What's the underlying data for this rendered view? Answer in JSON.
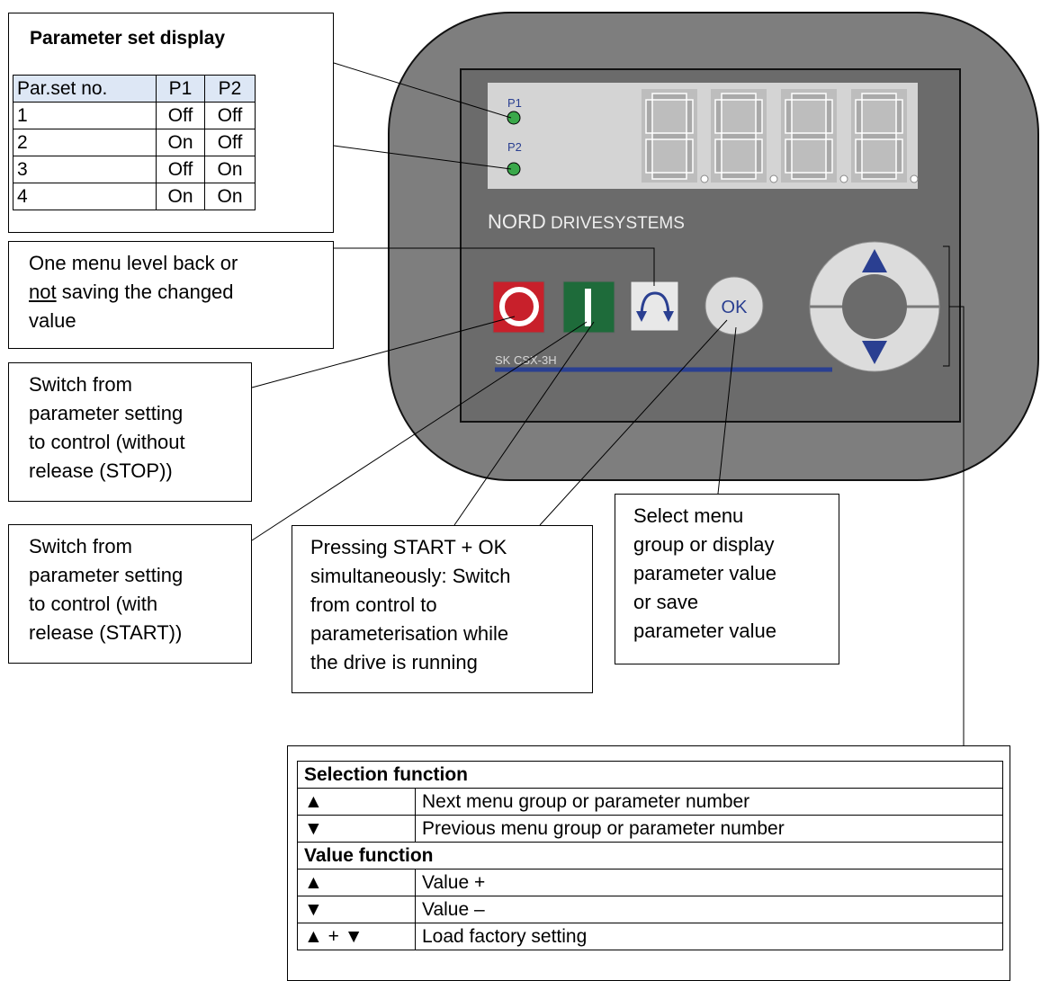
{
  "param_table": {
    "title": "Parameter set display",
    "headers": [
      "Par.set no.",
      "P1",
      "P2"
    ],
    "rows": [
      [
        "1",
        "Off",
        "Off"
      ],
      [
        "2",
        "On",
        "Off"
      ],
      [
        "3",
        "Off",
        "On"
      ],
      [
        "4",
        "On",
        "On"
      ]
    ]
  },
  "device": {
    "led1_label": "P1",
    "led2_label": "P2",
    "brand_a": "NORD",
    "brand_b": " DRIVESYSTEMS",
    "model": "SK CSX-3H",
    "ok_label": "OK",
    "colors": {
      "housing": "#7e7e7e",
      "panel": "#6b6b6b",
      "display": "#d4d4d4",
      "led": "#3aa84a",
      "stop": "#c8202b",
      "start": "#1e6b3a",
      "accent": "#2a3f91"
    },
    "icons": [
      "stop-icon",
      "start-icon",
      "back-arrow-icon",
      "up-arrow-icon",
      "down-arrow-icon"
    ]
  },
  "callouts": {
    "back": [
      "One menu level back or",
      "not",
      " saving the changed",
      "value"
    ],
    "stop": [
      "Switch from",
      "parameter setting",
      "to control (without",
      "release (STOP))"
    ],
    "start": [
      "Switch from",
      "parameter setting",
      "to control (with",
      "release (START))"
    ],
    "start_ok": [
      "Pressing START + OK",
      "simultaneously: Switch",
      "from control to",
      "parameterisation while",
      "the drive is running"
    ],
    "ok": [
      "Select menu",
      "group or display",
      "parameter value",
      "or save",
      "parameter value"
    ]
  },
  "selection_table": {
    "rows": [
      {
        "header": "Selection function"
      },
      {
        "key": "▲",
        "value": "Next menu group or parameter number"
      },
      {
        "key": "▼",
        "value": "Previous menu group or parameter number"
      },
      {
        "header": "Value function"
      },
      {
        "key": "▲",
        "value": "Value +"
      },
      {
        "key": "▼",
        "value": "Value –"
      },
      {
        "key": "▲ + ▼",
        "value": "Load factory setting"
      }
    ]
  }
}
